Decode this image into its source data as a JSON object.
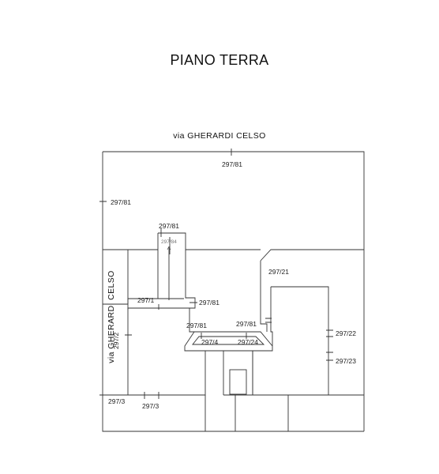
{
  "title": "PIANO TERRA",
  "streets": {
    "top": "via  GHERARDI  CELSO",
    "left": "via  GHERARDI  CELSO"
  },
  "parcels": {
    "p_top": "297/81",
    "p_left_upper": "297/81",
    "p_tower_top": "297/81",
    "p_tower_inner": "297/84",
    "p_center_mid": "297/81",
    "p_left_block": "297/1",
    "p_court_left": "297/81",
    "p_court_right": "297/81",
    "p_stair_left": "297/4",
    "p_stair_right": "297/24",
    "p_right_upper": "297/21",
    "p_right_22": "297/22",
    "p_right_23": "297/23",
    "p_left_2": "297/2",
    "p_bottom_left": "297/3",
    "p_bottom_mid": "297/3"
  }
}
